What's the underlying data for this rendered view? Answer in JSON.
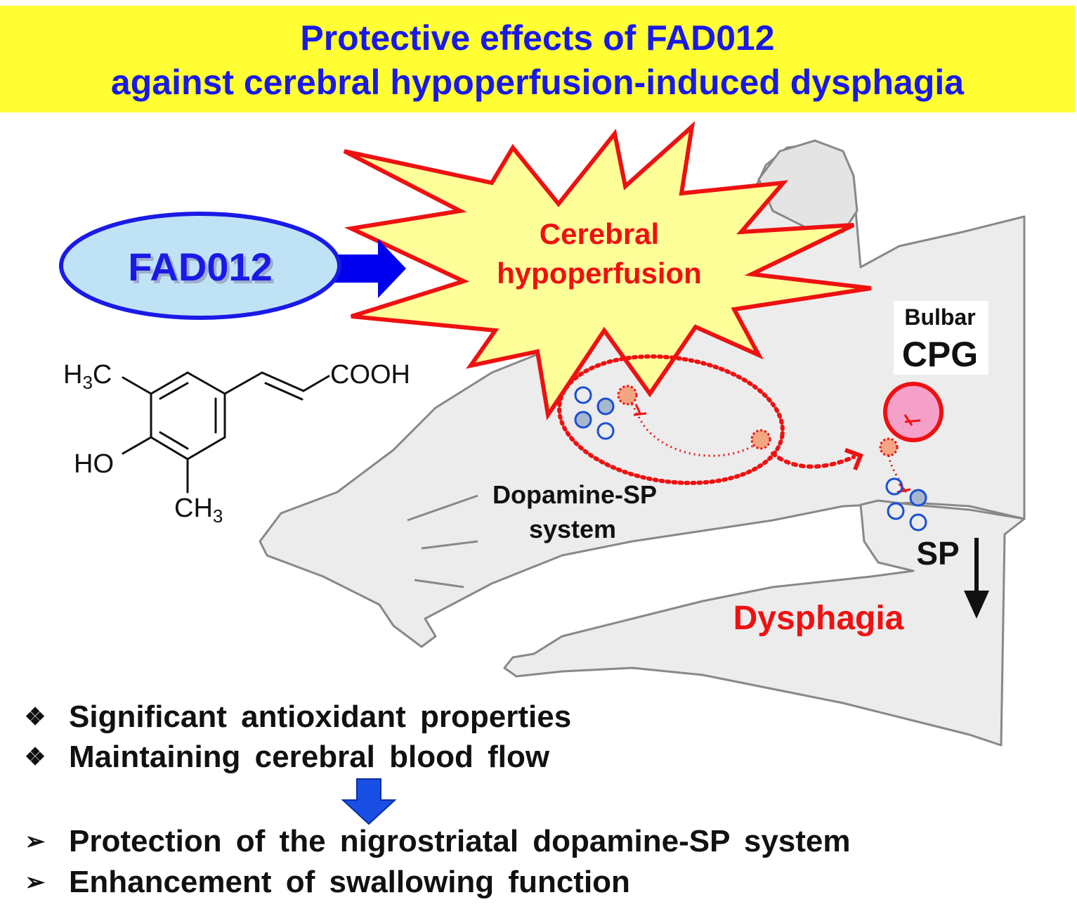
{
  "title": {
    "line1": "Protective effects of FAD012",
    "line2": "against cerebral hypoperfusion-induced dysphagia"
  },
  "drug": {
    "name": "FAD012",
    "structure_labels": {
      "methyl_top": "H3C",
      "carboxyl": "COOH",
      "hydroxyl": "HO",
      "methyl_bottom": "CH3"
    }
  },
  "burst": {
    "line1": "Cerebral",
    "line2": "hypoperfusion"
  },
  "labels": {
    "bulbar": "Bulbar",
    "cpg": "CPG",
    "dopamine_sp_line1": "Dopamine-SP",
    "dopamine_sp_line2": "system",
    "sp": "SP",
    "dysphagia": "Dysphagia"
  },
  "effects": [
    {
      "marker": "❖",
      "text": "Significant antioxidant properties"
    },
    {
      "marker": "❖",
      "text": "Maintaining cerebral blood flow"
    }
  ],
  "outcomes": [
    {
      "marker": "➢",
      "text": "Protection of the nigrostriatal dopamine-SP system"
    },
    {
      "marker": "➢",
      "text": "Enhancement of swallowing function"
    }
  ],
  "colors": {
    "banner": "#ffff33",
    "title_text": "#1a1ae6",
    "burst_fill": "#ffff99",
    "burst_stroke": "#ee1111",
    "accent_red": "#ee1111",
    "ellipse_fill": "#bfe3f5",
    "ellipse_stroke": "#1a1ae6",
    "body_gray": "#ececec"
  }
}
